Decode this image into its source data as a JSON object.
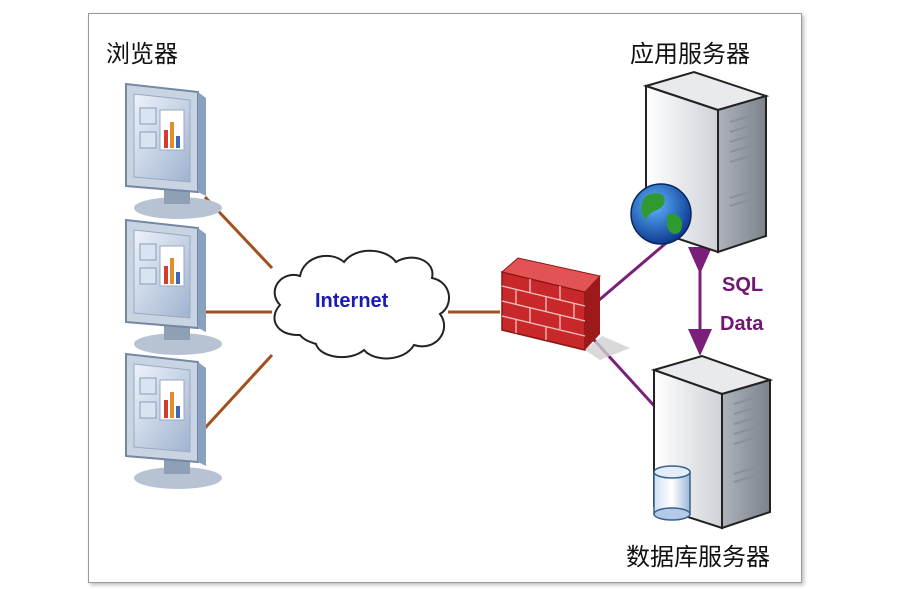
{
  "labels": {
    "browser": "浏览器",
    "app_server": "应用服务器",
    "db_server": "数据库服务器",
    "internet": "Internet",
    "sql_line1": "SQL",
    "sql_line2": "Data"
  },
  "colors": {
    "link_left": "#a3501f",
    "link_right": "#7a1f7a",
    "firewall": "#c8282a",
    "internet_text": "#1a1ab4",
    "sql_text": "#70176f"
  },
  "icons": [
    "monitor-icon",
    "cloud-icon",
    "firewall-icon",
    "server-icon",
    "globe-icon",
    "database-icon"
  ]
}
